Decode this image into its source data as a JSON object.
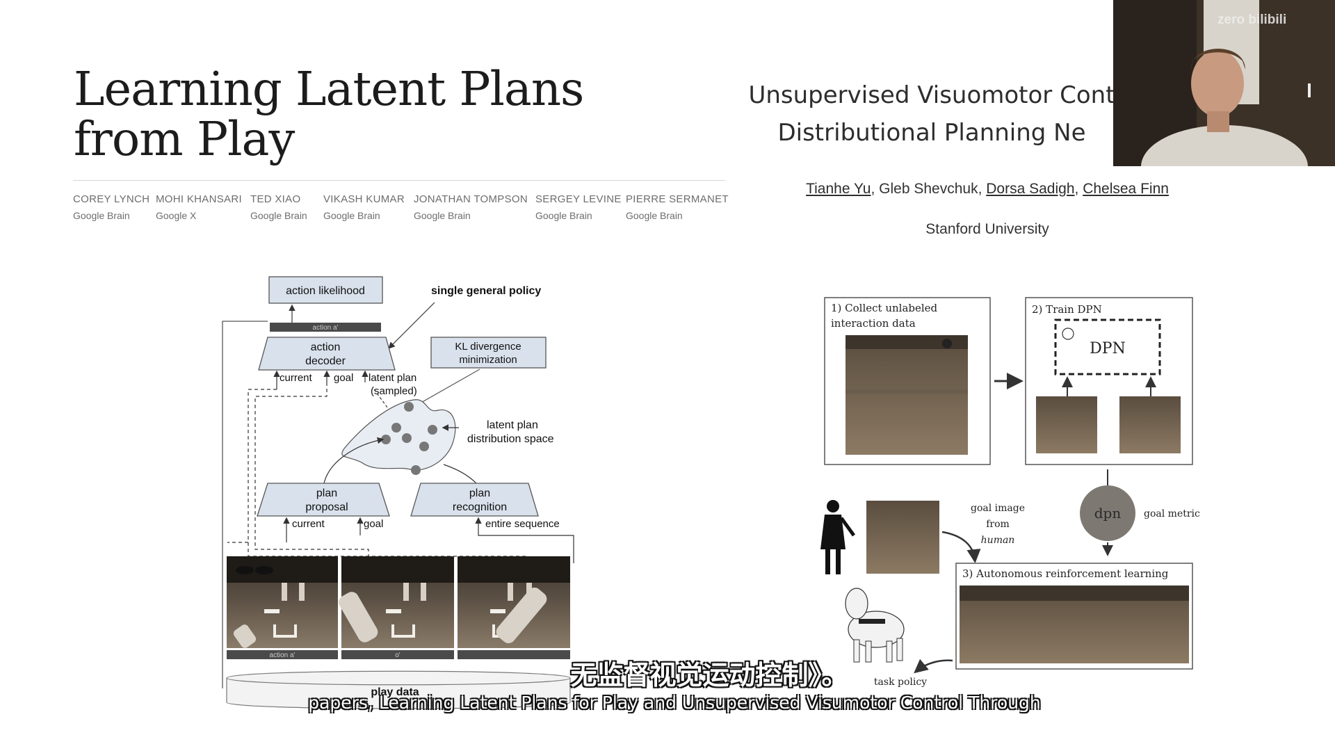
{
  "left_paper": {
    "title_line1": "Learning Latent Plans",
    "title_line2": "from Play",
    "authors": [
      {
        "name": "COREY LYNCH",
        "affiliation": "Google Brain"
      },
      {
        "name": "MOHI KHANSARI",
        "affiliation": "Google X"
      },
      {
        "name": "TED XIAO",
        "affiliation": "Google Brain"
      },
      {
        "name": "VIKASH KUMAR",
        "affiliation": "Google Brain"
      },
      {
        "name": "JONATHAN TOMPSON",
        "affiliation": "Google Brain"
      },
      {
        "name": "SERGEY LEVINE",
        "affiliation": "Google Brain"
      },
      {
        "name": "PIERRE SERMANET",
        "affiliation": "Google Brain"
      }
    ],
    "diagram": {
      "action_likelihood": "action likelihood",
      "action_a_top": "action a'",
      "single_general_policy": "single general policy",
      "action_decoder_1": "action",
      "action_decoder_2": "decoder",
      "kl_1": "KL divergence",
      "kl_2": "minimization",
      "current": "current",
      "goal": "goal",
      "latent_plan": "latent plan",
      "sampled": "(sampled)",
      "space_1": "latent plan",
      "space_2": "distribution space",
      "plan_proposal_1": "plan",
      "plan_proposal_2": "proposal",
      "plan_recognition_1": "plan",
      "plan_recognition_2": "recognition",
      "current_2": "current",
      "goal_2": "goal",
      "entire_sequence": "entire sequence",
      "action_a_bottom": "action a'",
      "frame_label_2": "o'",
      "play_data": "play data"
    }
  },
  "right_paper": {
    "title_line1": "Unsupervised Visuomotor Cont",
    "title_line2": "Distributional Planning Ne",
    "authors": [
      {
        "name": "Tianhe Yu",
        "linked": true
      },
      {
        "name": "Gleb Shevchuk",
        "linked": false
      },
      {
        "name": "Dorsa Sadigh",
        "linked": true
      },
      {
        "name": "Chelsea Finn",
        "linked": true
      }
    ],
    "institution": "Stanford University",
    "diagram": {
      "step1_line1": "1) Collect unlabeled",
      "step1_line2": "interaction data",
      "step2": "2) Train DPN",
      "dpn": "DPN",
      "step3": "3) Autonomous reinforcement learning",
      "goal_image_1": "goal image",
      "goal_image_2": "from",
      "goal_image_3": "human",
      "dpn_circle": "dpn",
      "goal_metric": "goal metric",
      "task_policy": "task policy"
    }
  },
  "webcam": {
    "watermark": "zero bilibili"
  },
  "subtitles": {
    "chinese": "无监督视觉运动控制》。",
    "english": "papers, Learning Latent Plans for Play and Unsupervised Visumotor Control Through"
  }
}
